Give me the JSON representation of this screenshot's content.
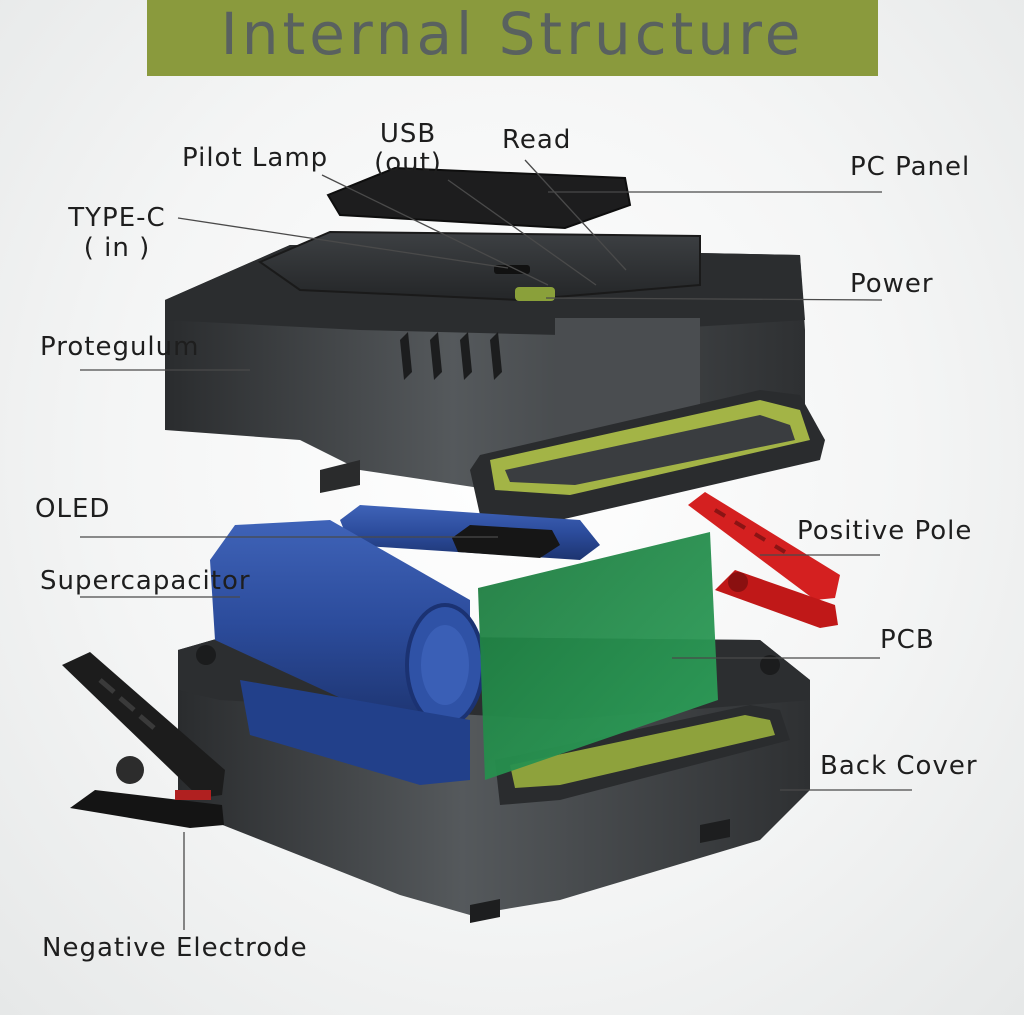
{
  "title": "Internal Structure",
  "labels": {
    "usb_line1": "USB",
    "usb_line2": "(out)",
    "read": "Read",
    "pilot_lamp": "Pilot Lamp",
    "pc_panel": "PC Panel",
    "type_c_line1": "TYPE-C",
    "type_c_line2": "( in )",
    "power": "Power",
    "protegulum": "Protegulum",
    "oled": "OLED",
    "positive_pole": "Positive Pole",
    "supercapacitor": "Supercapacitor",
    "pcb": "PCB",
    "back_cover": "Back Cover",
    "negative_electrode": "Negative Electrode"
  },
  "colors": {
    "banner": "#8a9a3d",
    "banner_text": "#59615f",
    "housing": "#3c3f41",
    "accent_green": "#a8c040",
    "battery_blue": "#2f4fa0",
    "pcb_green": "#1f8a4a",
    "clamp_red": "#d42020",
    "clamp_black": "#1c1c1c"
  }
}
